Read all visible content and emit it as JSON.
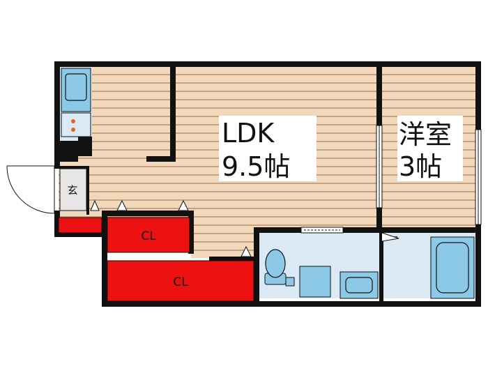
{
  "rooms": {
    "ldk": {
      "name": "LDK",
      "size": "9.5帖"
    },
    "western": {
      "name": "洋室",
      "size": "3帖"
    },
    "entrance": {
      "name": "玄"
    },
    "closet_upper": {
      "name": "CL"
    },
    "closet_lower": {
      "name": "CL"
    }
  },
  "colors": {
    "wall": "#111111",
    "floor_wood": "#f0d8bd",
    "floor_stripe": "#c9a07a",
    "wet_area": "#dbe9f4",
    "fixture": "#8cc9e6",
    "closet": "#ee1111",
    "entrance": "#e6e6e6",
    "label_box": "#ffffff"
  }
}
